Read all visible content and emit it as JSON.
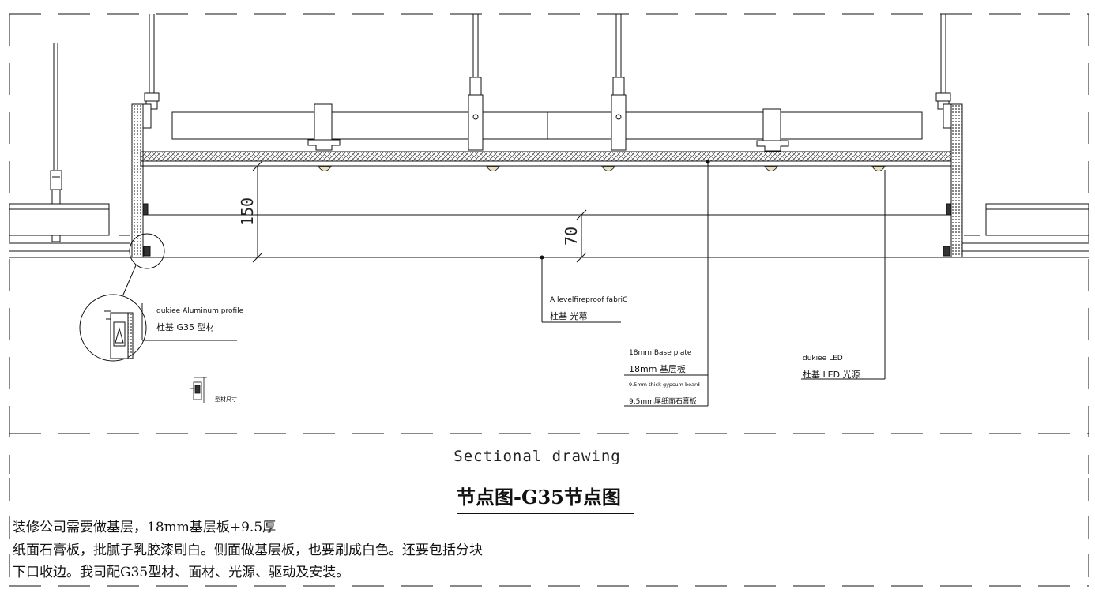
{
  "labels": {
    "profile_en": "dukiee Aluminum profile",
    "profile_cn": "杜基 G35 型材",
    "fabric_en": "A levelfireproof fabriC",
    "fabric_cn": "杜基 光幕",
    "base_en": "18mm Base plate",
    "base_cn": "18mm 基层板",
    "gypsum_en": "9.5mm thick gypsum board",
    "gypsum_cn": "9.5mm厚纸面石膏板",
    "led_en": "dukiee LED",
    "led_cn": "杜基 LED 光源",
    "small_dim_note": "型材尺寸"
  },
  "dimensions": {
    "total_height": "150",
    "inner_height": "70"
  },
  "caption": "Sectional drawing",
  "title": "节点图-G35节点图",
  "notes": [
    "装修公司需要做基层，18mm基层板+9.5厚",
    "纸面石膏板，批腻子乳胶漆刷白。侧面做基层板，也要刷成白色。还要包括分块",
    "下口收边。我司配G35型材、面材、光源、驱动及安装。"
  ]
}
